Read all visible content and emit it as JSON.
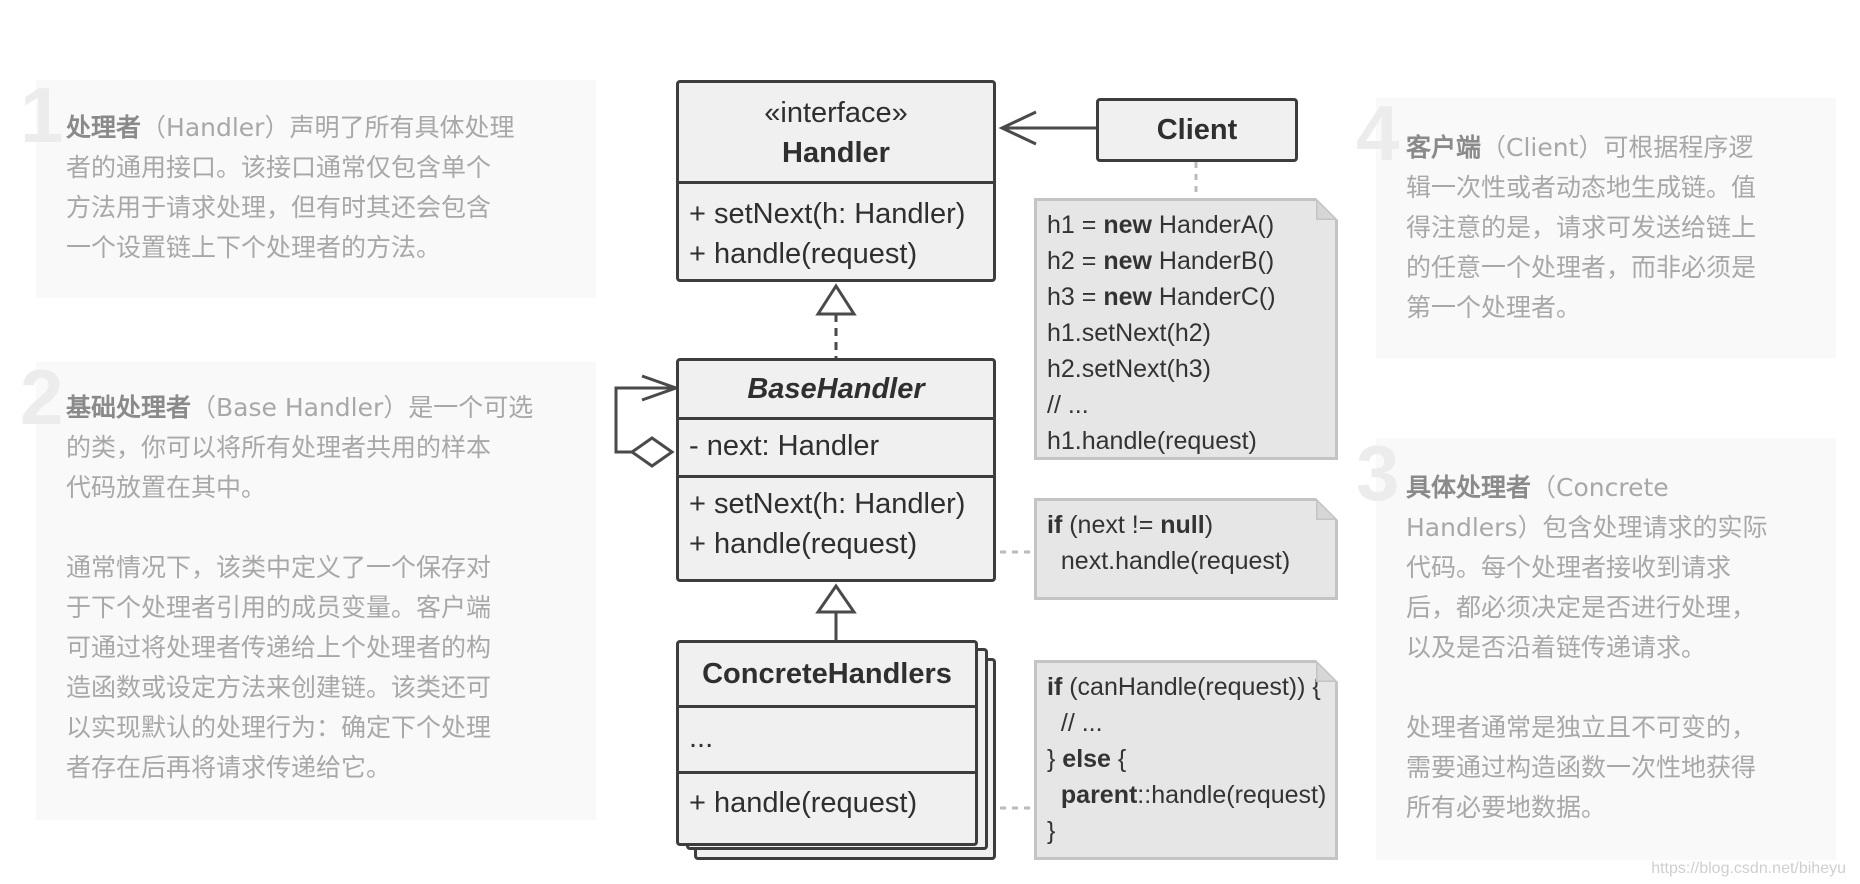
{
  "notes": {
    "n1": {
      "number": "1",
      "term": "处理者",
      "lines": [
        "（Handler）声明了所有具体处理",
        "者的通用接口。该接口通常仅包含单个",
        "方法用于请求处理，但有时其还会包含",
        "一个设置链上下个处理者的方法。"
      ]
    },
    "n2": {
      "number": "2",
      "term": "基础处理者",
      "lines": [
        "（Base Handler）是一个可选",
        "的类，你可以将所有处理者共用的样本",
        "代码放置在其中。"
      ],
      "lines2": [
        "通常情况下，该类中定义了一个保存对",
        "于下个处理者引用的成员变量。客户端",
        "可通过将处理者传递给上个处理者的构",
        "造函数或设定方法来创建链。该类还可",
        "以实现默认的处理行为：确定下个处理",
        "者存在后再将请求传递给它。"
      ]
    },
    "n3": {
      "number": "3",
      "term": "具体处理者",
      "lines": [
        "（Concrete",
        "Handlers）包含处理请求的实际",
        "代码。每个处理者接收到请求",
        "后，都必须决定是否进行处理，",
        "以及是否沿着链传递请求。"
      ],
      "lines2": [
        "处理者通常是独立且不可变的，",
        "需要通过构造函数一次性地获得",
        "所有必要地数据。"
      ]
    },
    "n4": {
      "number": "4",
      "term": "客户端",
      "lines": [
        "（Client）可根据程序逻",
        "辑一次性或者动态地生成链。值",
        "得注意的是，请求可发送给链上",
        "的任意一个处理者，而非必须是",
        "第一个处理者。"
      ]
    }
  },
  "handler": {
    "stereotype": "«interface»",
    "name": "Handler",
    "methods": [
      "+ setNext(h: Handler)",
      "+ handle(request)"
    ]
  },
  "client": {
    "name": "Client"
  },
  "base_handler": {
    "name": "BaseHandler",
    "fields": [
      "- next: Handler"
    ],
    "methods": [
      "+ setNext(h: Handler)",
      "+ handle(request)"
    ]
  },
  "concrete": {
    "name": "ConcreteHandlers",
    "fields": [
      "..."
    ],
    "methods": [
      "+ handle(request)"
    ]
  },
  "code_client": [
    {
      "a": "h1 = ",
      "k": "new",
      "b": " HanderA()"
    },
    {
      "a": "h2 = ",
      "k": "new",
      "b": " HanderB()"
    },
    {
      "a": "h3 = ",
      "k": "new",
      "b": " HanderC()"
    },
    {
      "a": "h1.setNext(h2)",
      "k": "",
      "b": ""
    },
    {
      "a": "h2.setNext(h3)",
      "k": "",
      "b": ""
    },
    {
      "a": "// ...",
      "k": "",
      "b": ""
    },
    {
      "a": "h1.handle(request)",
      "k": "",
      "b": ""
    }
  ],
  "code_base": [
    {
      "k": "if",
      "a": " (next != ",
      "k2": "null",
      "b": ")"
    },
    {
      "k": "",
      "a": "  next.handle(request)",
      "k2": "",
      "b": ""
    }
  ],
  "code_concrete": [
    {
      "k": "if",
      "a": " (canHandle(request)) {",
      "k2": "",
      "b": ""
    },
    {
      "k": "",
      "a": "  // ...",
      "k2": "",
      "b": ""
    },
    {
      "k": "",
      "a": "} ",
      "k2": "else",
      "b": " {"
    },
    {
      "k": "  parent",
      "a": "::handle(request)",
      "k2": "",
      "b": ""
    },
    {
      "k": "",
      "a": "}",
      "k2": "",
      "b": ""
    }
  ],
  "watermark": "https://blog.csdn.net/biheyu",
  "colors": {
    "border": "#3d3d3d",
    "box_fill": "#f0f0f0",
    "note_text": "#a8a8a8",
    "code_fill": "#e6e6e6"
  }
}
